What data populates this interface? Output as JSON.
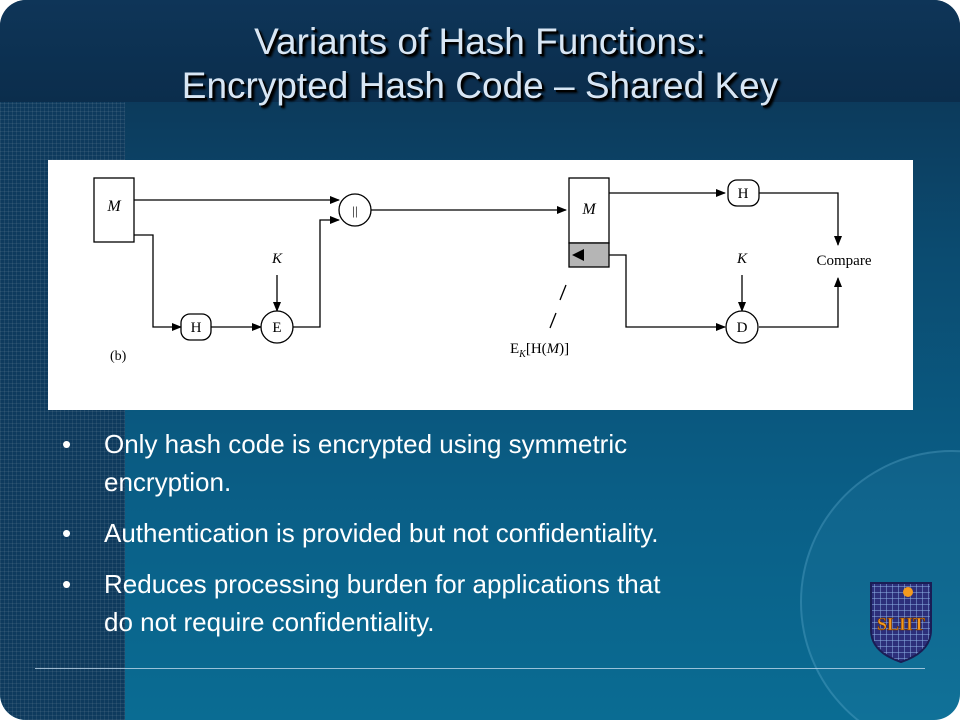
{
  "title": {
    "line1": "Variants of Hash Functions:",
    "line2": "Encrypted Hash Code – Shared Key"
  },
  "diagram": {
    "message_left": "M",
    "concat_symbol": "||",
    "hash_left": "H",
    "key_left": "K",
    "encrypt": "E",
    "message_right": "M",
    "hash_right": "H",
    "key_right": "K",
    "decrypt": "D",
    "compare": "Compare",
    "encrypted_hash_label": "E_K[H(M)]",
    "label_e": "E",
    "label_k": "K",
    "label_bracket_open": "[H(",
    "label_m": "M",
    "label_bracket_close": ")]",
    "panel_label": "(b)"
  },
  "bullets": [
    {
      "line1": "Only hash code is encrypted using symmetric",
      "line2": "encryption."
    },
    {
      "line1": "Authentication is provided but not confidentiality."
    },
    {
      "line1": "Reduces processing burden for applications that",
      "line2": "do not require confidentiality."
    }
  ],
  "bullet_symbol": "•",
  "logo": {
    "text": "SLIIT"
  },
  "colors": {
    "title": "#d8e6f4",
    "background": "#0b4b70",
    "text": "#ffffff"
  }
}
